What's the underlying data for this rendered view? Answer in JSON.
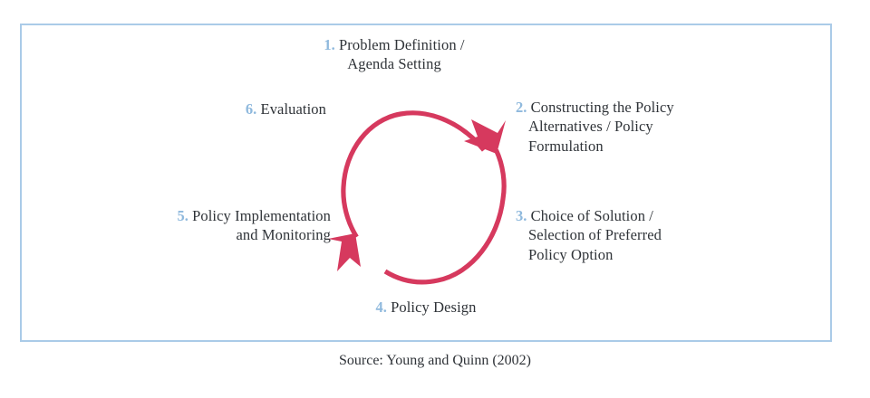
{
  "figure": {
    "title": "Policy cycle diagram",
    "source_note": "Source: Young and Quinn (2002)",
    "colors": {
      "frame_border": "#aacbe8",
      "arrow": "#d6395e",
      "number": "#8fb9dd",
      "text": "#2f3338",
      "background": "#ffffff"
    },
    "diagram": {
      "type": "cycle",
      "shape": "ellipse",
      "direction": "clockwise",
      "arrowheads": 2,
      "arrowhead_positions": [
        "upper-right",
        "lower-left"
      ]
    },
    "steps": [
      {
        "number": "1.",
        "label": "Problem Definition /\nAgenda Setting",
        "lines": [
          "Problem Definition /",
          "Agenda Setting"
        ],
        "position": "top",
        "align": "center"
      },
      {
        "number": "2.",
        "label": "Constructing the Policy Alternatives / Policy Formulation",
        "lines": [
          "Constructing the Policy",
          "Alternatives / Policy",
          "Formulation"
        ],
        "position": "upper-right",
        "align": "left"
      },
      {
        "number": "3.",
        "label": "Choice of Solution / Selection of Preferred Policy Option",
        "lines": [
          "Choice of Solution /",
          "Selection of Preferred",
          "Policy Option"
        ],
        "position": "lower-right",
        "align": "left"
      },
      {
        "number": "4.",
        "label": "Policy Design",
        "lines": [
          "Policy Design"
        ],
        "position": "bottom",
        "align": "center"
      },
      {
        "number": "5.",
        "label": "Policy Implementation and Monitoring",
        "lines": [
          "Policy Implementation",
          "and Monitoring"
        ],
        "position": "lower-left",
        "align": "right"
      },
      {
        "number": "6.",
        "label": "Evaluation",
        "lines": [
          "Evaluation"
        ],
        "position": "upper-left",
        "align": "right"
      }
    ]
  }
}
